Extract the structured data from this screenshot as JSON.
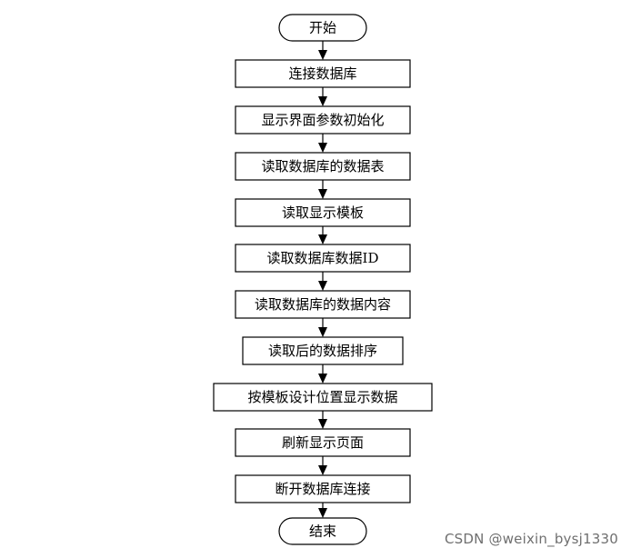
{
  "flowchart": {
    "nodes": [
      {
        "id": "start",
        "shape": "terminal",
        "label": "开始"
      },
      {
        "id": "step1",
        "shape": "process",
        "label": "连接数据库"
      },
      {
        "id": "step2",
        "shape": "process",
        "label": "显示界面参数初始化"
      },
      {
        "id": "step3",
        "shape": "process",
        "label": "读取数据库的数据表"
      },
      {
        "id": "step4",
        "shape": "process",
        "label": "读取显示模板"
      },
      {
        "id": "step5",
        "shape": "process",
        "label": "读取数据库数据ID"
      },
      {
        "id": "step6",
        "shape": "process",
        "label": "读取数据库的数据内容"
      },
      {
        "id": "step7",
        "shape": "process",
        "label": "读取后的数据排序"
      },
      {
        "id": "step8",
        "shape": "process",
        "label": "按模板设计位置显示数据"
      },
      {
        "id": "step9",
        "shape": "process",
        "label": "刷新显示页面"
      },
      {
        "id": "step10",
        "shape": "process",
        "label": "断开数据库连接"
      },
      {
        "id": "end",
        "shape": "terminal",
        "label": "结束"
      }
    ],
    "edges": [
      {
        "from": "start",
        "to": "step1"
      },
      {
        "from": "step1",
        "to": "step2"
      },
      {
        "from": "step2",
        "to": "step3"
      },
      {
        "from": "step3",
        "to": "step4"
      },
      {
        "from": "step4",
        "to": "step5"
      },
      {
        "from": "step5",
        "to": "step6"
      },
      {
        "from": "step6",
        "to": "step7"
      },
      {
        "from": "step7",
        "to": "step8"
      },
      {
        "from": "step8",
        "to": "step9"
      },
      {
        "from": "step9",
        "to": "step10"
      },
      {
        "from": "step10",
        "to": "end"
      }
    ]
  },
  "watermark": "CSDN @weixin_bysj1330"
}
